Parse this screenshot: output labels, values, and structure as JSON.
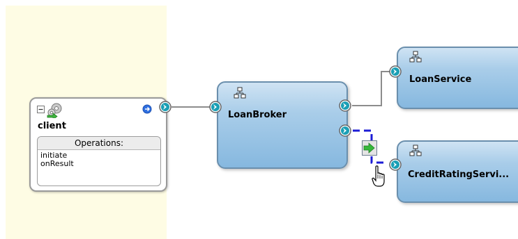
{
  "canvas": {
    "lane_color": "#fefce4",
    "wire_color": "#8c8c8c",
    "pending_wire_color": "#1c1cd6"
  },
  "client": {
    "title": "client",
    "operations_label": "Operations:",
    "operations": [
      "initiate",
      "onResult"
    ],
    "icons": [
      "collapse-icon",
      "gear-icon",
      "info-icon"
    ]
  },
  "components": {
    "loan_broker": {
      "title": "LoanBroker"
    },
    "loan_service": {
      "title": "LoanService"
    },
    "credit_rating": {
      "title": "CreditRatingServi..."
    }
  },
  "cursor": {
    "icon": "hand-pointer-icon"
  },
  "drag_hint": {
    "icon": "green-arrow-icon"
  }
}
